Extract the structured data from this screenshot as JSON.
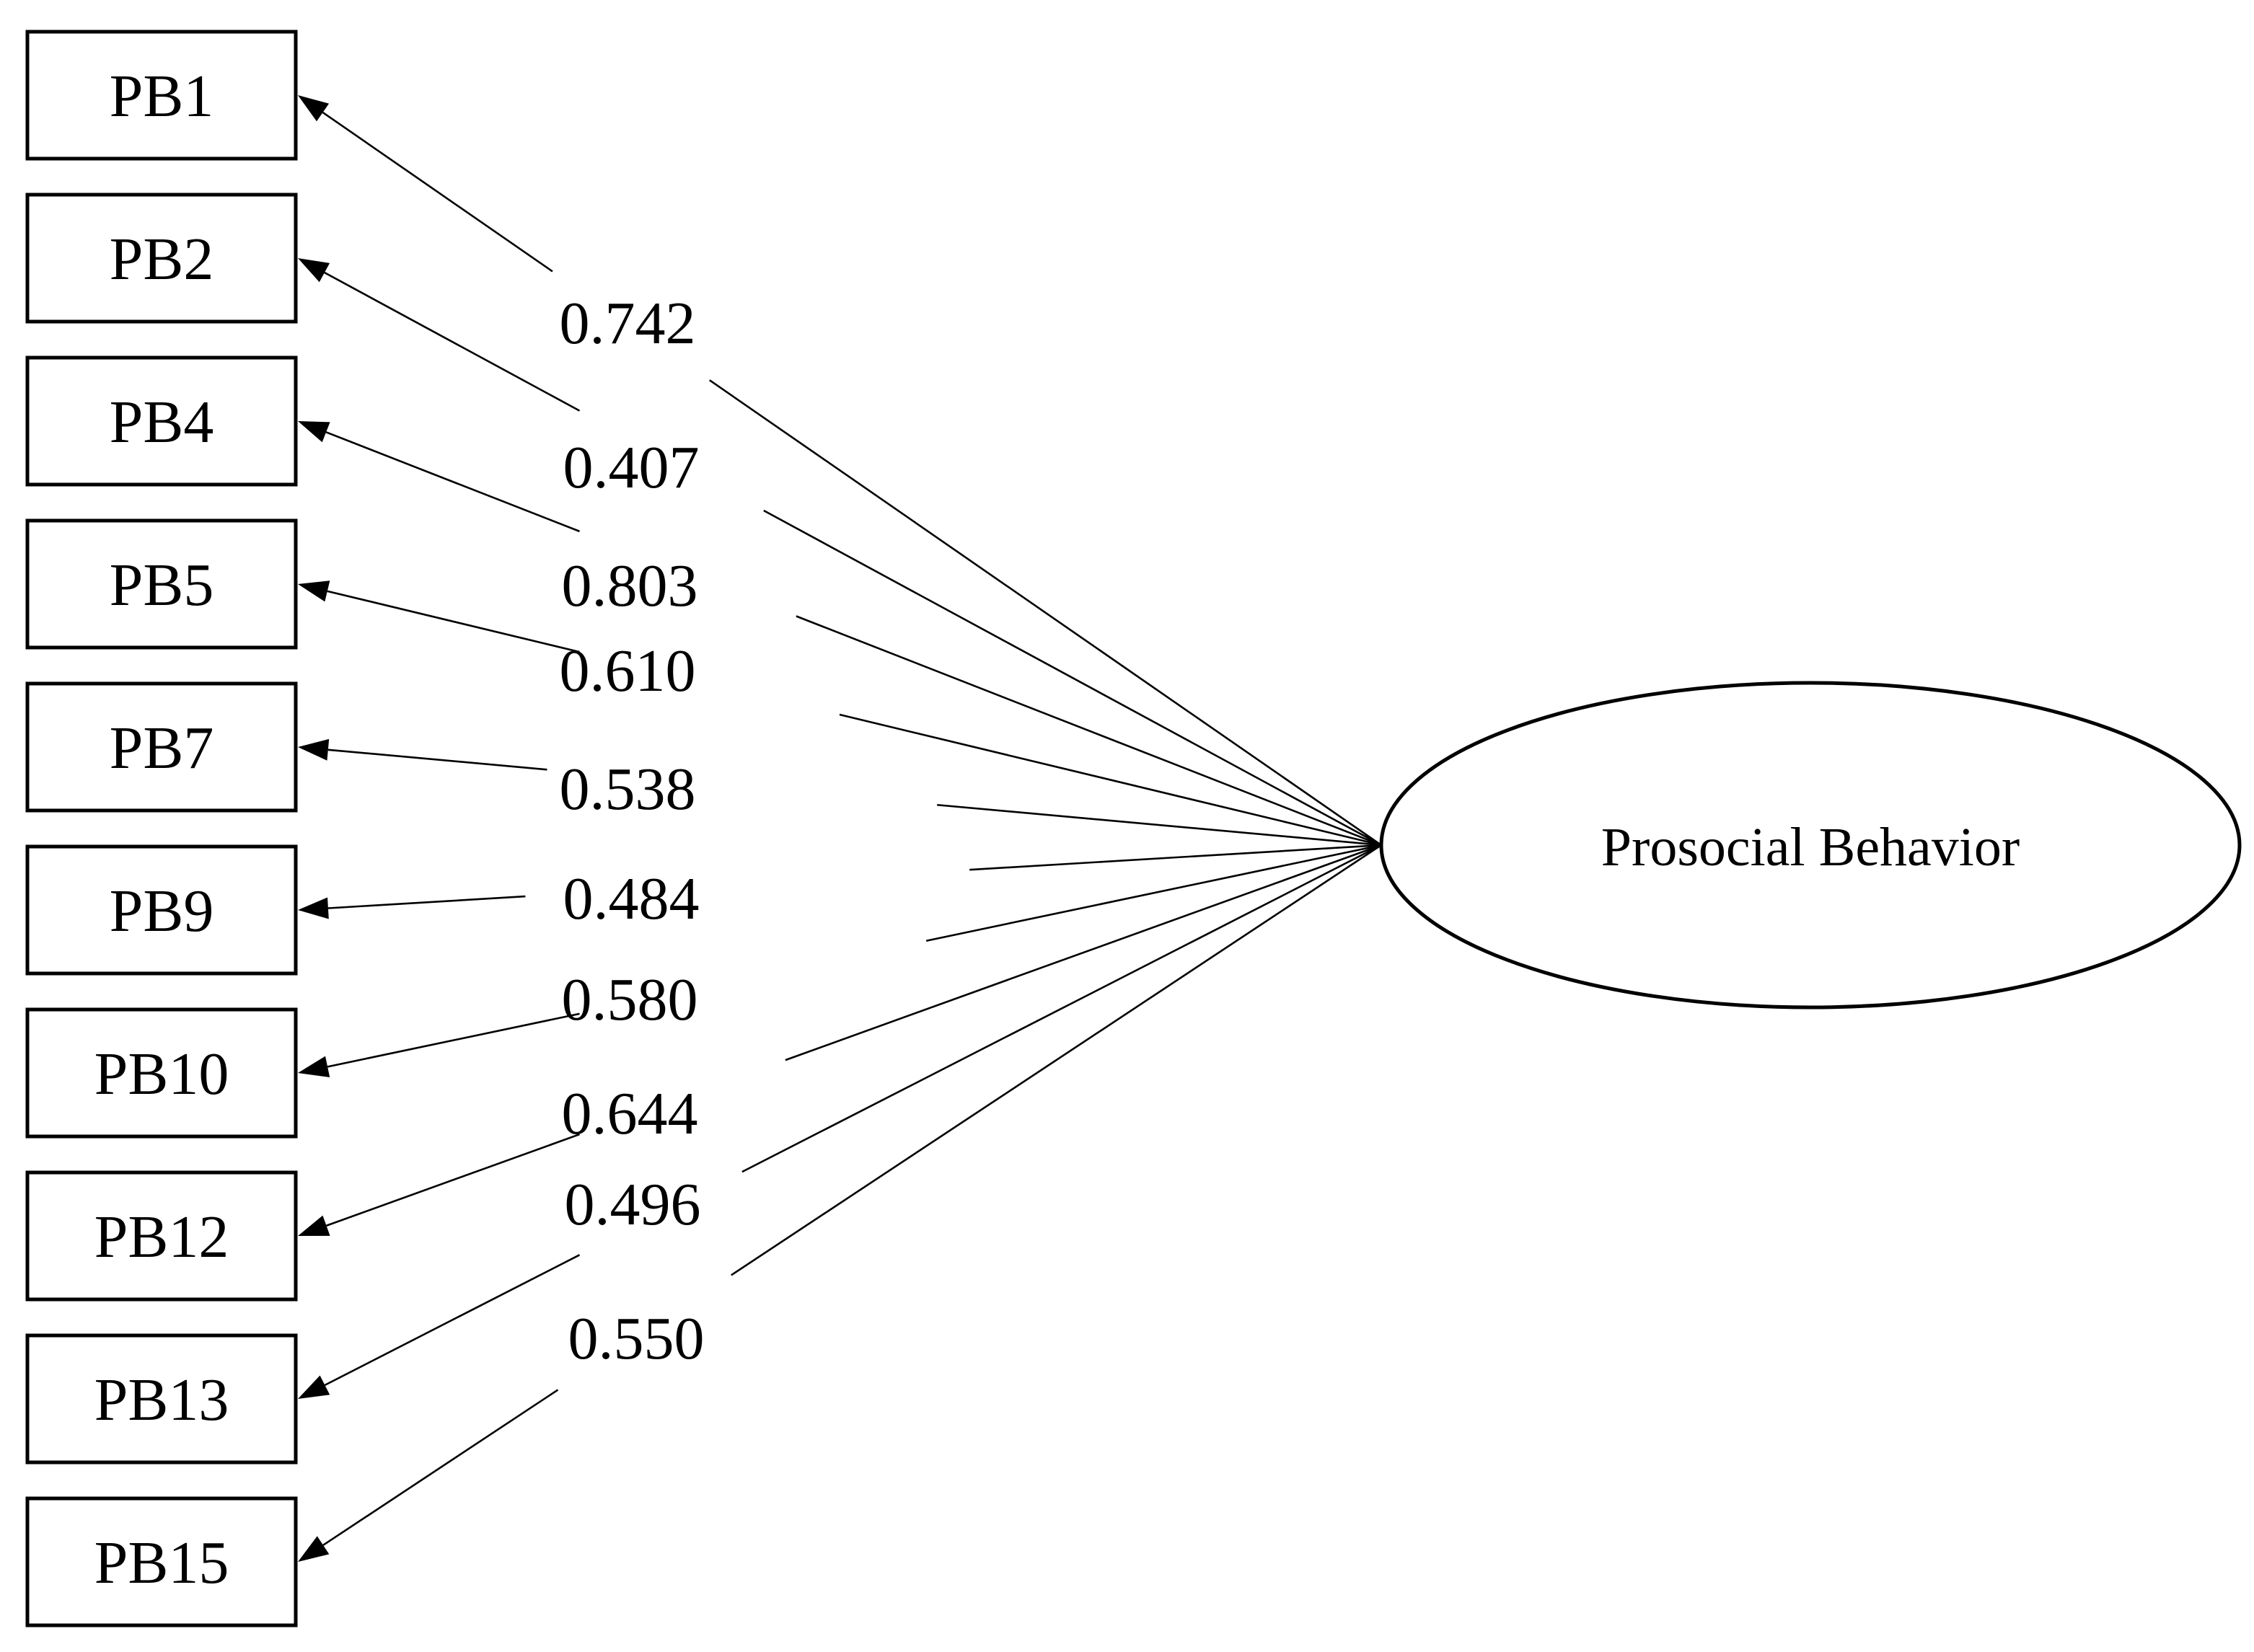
{
  "latent": {
    "label": "Prosocial Behavior"
  },
  "paths": [
    {
      "indicator": "PB1",
      "loading": "0.742"
    },
    {
      "indicator": "PB2",
      "loading": "0.407"
    },
    {
      "indicator": "PB4",
      "loading": "0.803"
    },
    {
      "indicator": "PB5",
      "loading": "0.610"
    },
    {
      "indicator": "PB7",
      "loading": "0.538"
    },
    {
      "indicator": "PB9",
      "loading": "0.484"
    },
    {
      "indicator": "PB10",
      "loading": "0.580"
    },
    {
      "indicator": "PB12",
      "loading": "0.644"
    },
    {
      "indicator": "PB13",
      "loading": "0.496"
    },
    {
      "indicator": "PB15",
      "loading": "0.550"
    }
  ]
}
